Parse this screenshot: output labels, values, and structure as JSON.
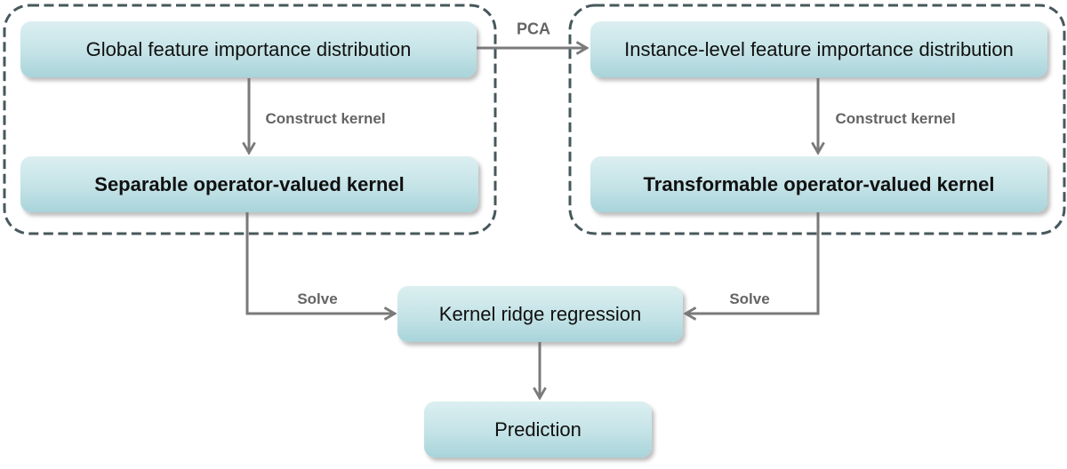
{
  "nodes": {
    "global": "Global feature importance distribution",
    "separable": "Separable operator-valued kernel",
    "instance": "Instance-level feature importance distribution",
    "transformable": "Transformable operator-valued kernel",
    "krr": "Kernel ridge regression",
    "prediction": "Prediction"
  },
  "edge_labels": {
    "pca": "PCA",
    "construct_kernel_left": "Construct kernel",
    "construct_kernel_right": "Construct kernel",
    "solve_left": "Solve",
    "solve_right": "Solve"
  },
  "colors": {
    "box_fill_top": "#dceff1",
    "box_fill_bottom": "#a8d4da",
    "dashed_border": "#47585c",
    "arrow": "#7a7a7a",
    "edge_label_text": "#646464",
    "node_text": "#101010"
  }
}
